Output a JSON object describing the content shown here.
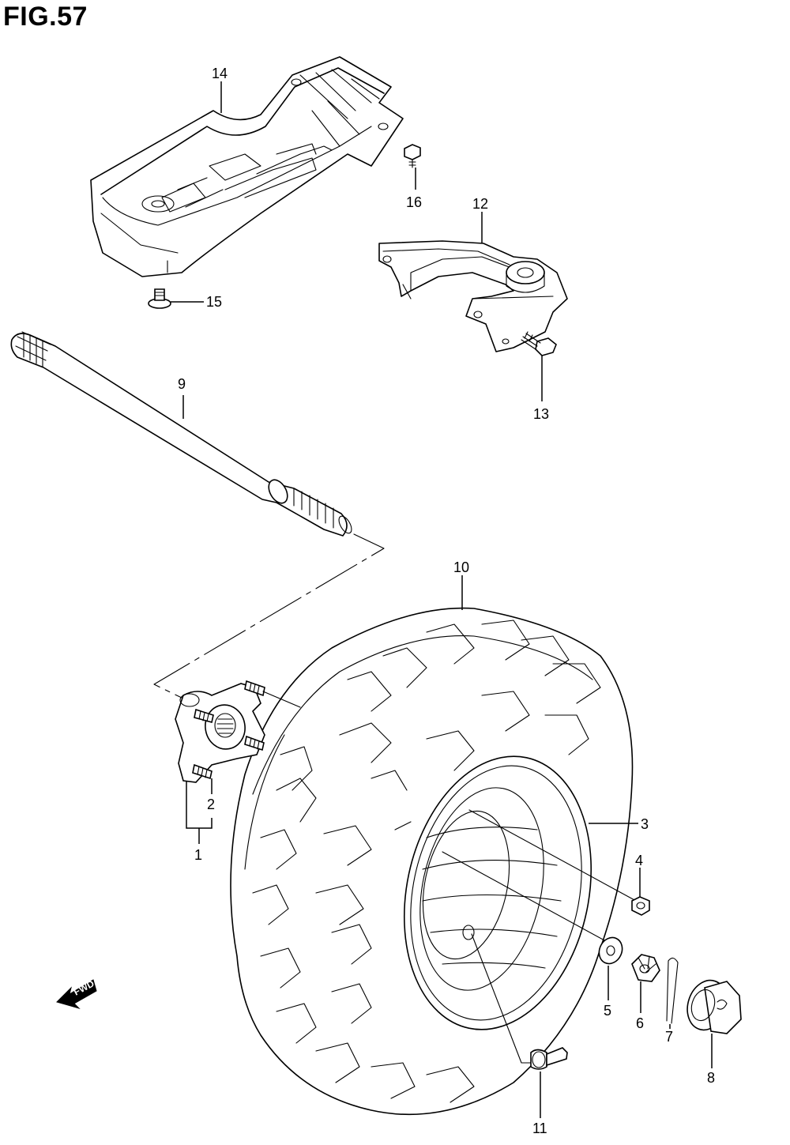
{
  "figure": {
    "title": "FIG.57"
  },
  "direction_label": "FWD",
  "callouts": [
    {
      "id": "1",
      "text": "1"
    },
    {
      "id": "2",
      "text": "2"
    },
    {
      "id": "3",
      "text": "3"
    },
    {
      "id": "4",
      "text": "4"
    },
    {
      "id": "5",
      "text": "5"
    },
    {
      "id": "6",
      "text": "6"
    },
    {
      "id": "7",
      "text": "7"
    },
    {
      "id": "8",
      "text": "8"
    },
    {
      "id": "9",
      "text": "9"
    },
    {
      "id": "10",
      "text": "10"
    },
    {
      "id": "11",
      "text": "11"
    },
    {
      "id": "12",
      "text": "12"
    },
    {
      "id": "13",
      "text": "13"
    },
    {
      "id": "14",
      "text": "14"
    },
    {
      "id": "15",
      "text": "15"
    },
    {
      "id": "16",
      "text": "16"
    }
  ]
}
